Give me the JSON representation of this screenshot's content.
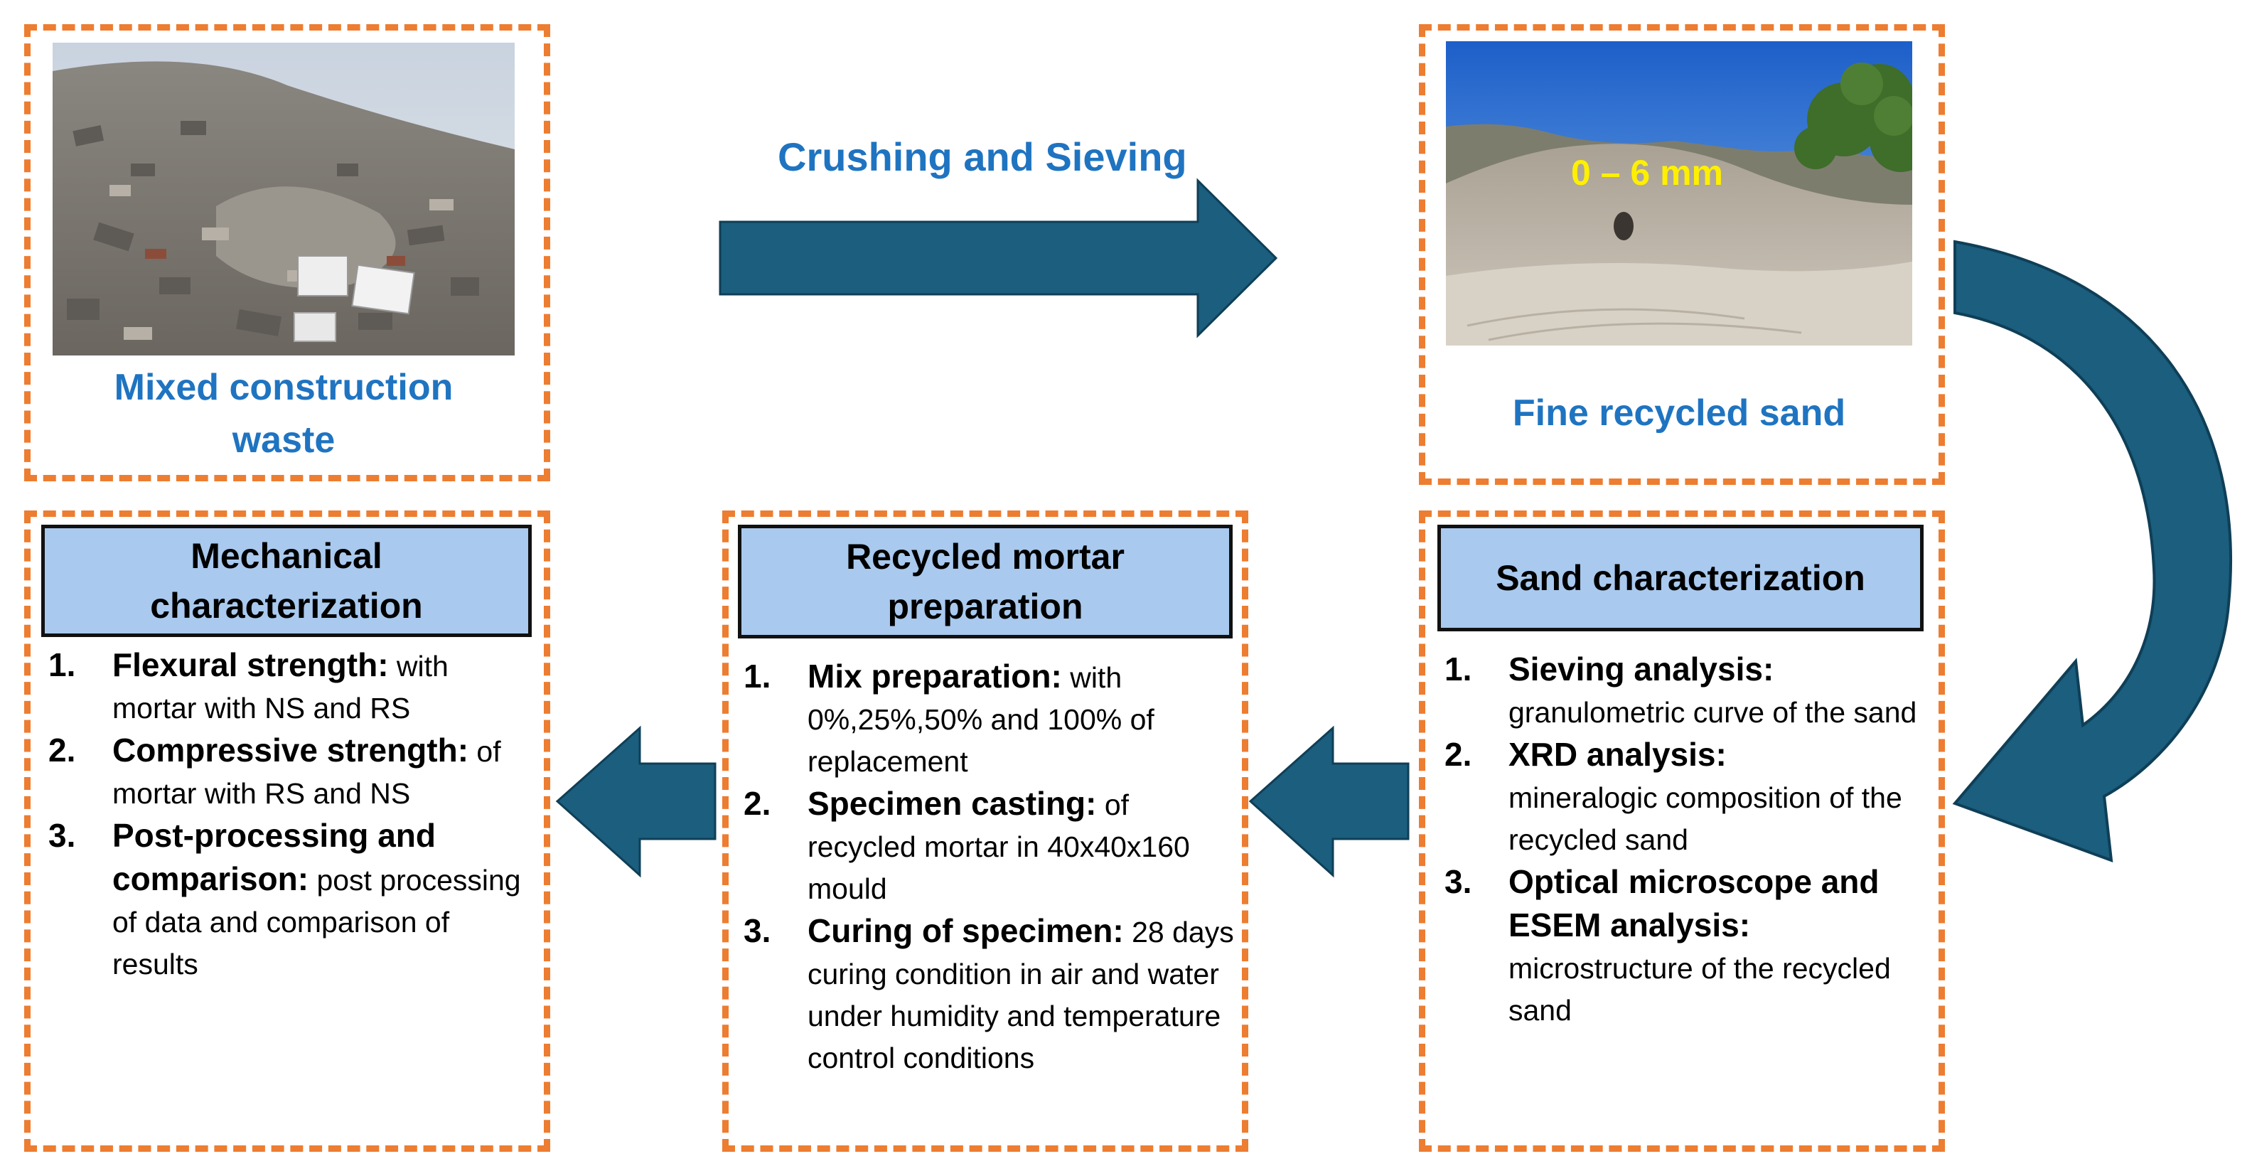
{
  "arrows": {
    "crushing_label": "Crushing and Sieving",
    "color": "#1B5E7E"
  },
  "waste_box": {
    "caption_line1": "Mixed construction",
    "caption_line2": "waste"
  },
  "sand_box": {
    "caption": "Fine recycled sand",
    "size_label": "0 – 6 mm"
  },
  "sand_characterization": {
    "title": "Sand characterization",
    "steps": [
      {
        "num": "1.",
        "title": "Sieving analysis:",
        "text": "granulometric curve of the sand"
      },
      {
        "num": "2.",
        "title": "XRD analysis:",
        "text": "mineralogic composition of the recycled sand"
      },
      {
        "num": "3.",
        "title": "Optical microscope and ESEM analysis:",
        "text": "microstructure of the recycled sand"
      }
    ]
  },
  "mortar_preparation": {
    "title_line1": "Recycled mortar",
    "title_line2": "preparation",
    "steps": [
      {
        "num": "1.",
        "title": "Mix preparation:",
        "text": " with 0%,25%,50% and 100% of replacement"
      },
      {
        "num": "2.",
        "title": "Specimen casting:",
        "text": " of recycled mortar in 40x40x160 mould"
      },
      {
        "num": "3.",
        "title": "Curing of specimen:",
        "text": " 28 days curing condition in air and water under humidity and temperature control conditions"
      }
    ]
  },
  "mechanical_characterization": {
    "title_line1": "Mechanical",
    "title_line2": "characterization",
    "steps": [
      {
        "num": "1.",
        "title": "Flexural strength:",
        "text": " with mortar with NS and RS"
      },
      {
        "num": "2.",
        "title": "Compressive strength:",
        "text": " of mortar with RS and NS"
      },
      {
        "num": "3.",
        "title": "Post-processing and comparison:",
        "text": "  post processing of data and comparison of results"
      }
    ]
  },
  "colors": {
    "dashed_border": "#ED7D31",
    "caption_blue": "#1F74C1",
    "header_fill": "#A9C9EE",
    "arrow_fill": "#1B5E7E"
  }
}
